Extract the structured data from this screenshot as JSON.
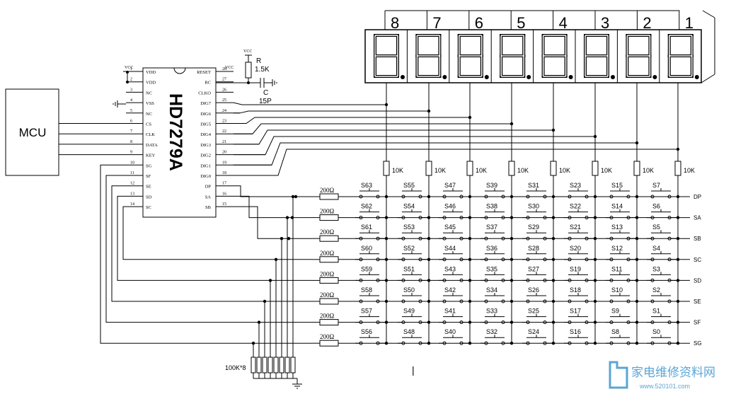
{
  "mcu": {
    "label": "MCU"
  },
  "chip": {
    "name": "HD7279A",
    "left_pins": [
      {
        "num": "1",
        "name": "VDD"
      },
      {
        "num": "2",
        "name": "VDD"
      },
      {
        "num": "3",
        "name": "NC"
      },
      {
        "num": "4",
        "name": "VSS"
      },
      {
        "num": "5",
        "name": "NC"
      },
      {
        "num": "6",
        "name": "CS"
      },
      {
        "num": "7",
        "name": "CLK"
      },
      {
        "num": "8",
        "name": "DATA"
      },
      {
        "num": "9",
        "name": "KEY"
      },
      {
        "num": "10",
        "name": "SG"
      },
      {
        "num": "11",
        "name": "SF"
      },
      {
        "num": "12",
        "name": "SE"
      },
      {
        "num": "13",
        "name": "SD"
      },
      {
        "num": "14",
        "name": "SC"
      }
    ],
    "right_pins": [
      {
        "num": "28",
        "name": "RESET"
      },
      {
        "num": "27",
        "name": "RC"
      },
      {
        "num": "26",
        "name": "CLKO"
      },
      {
        "num": "25",
        "name": "DIG7"
      },
      {
        "num": "24",
        "name": "DIG6"
      },
      {
        "num": "23",
        "name": "DIG5"
      },
      {
        "num": "22",
        "name": "DIG4"
      },
      {
        "num": "21",
        "name": "DIG3"
      },
      {
        "num": "20",
        "name": "DIG2"
      },
      {
        "num": "19",
        "name": "DIG1"
      },
      {
        "num": "18",
        "name": "DIG0"
      },
      {
        "num": "17",
        "name": "DP"
      },
      {
        "num": "16",
        "name": "SA"
      },
      {
        "num": "15",
        "name": "SB"
      }
    ]
  },
  "vcc_label": "VCC",
  "rc": {
    "r_name": "R",
    "r_value": "1.5K",
    "c_name": "C",
    "c_value": "15P"
  },
  "digits": [
    "8",
    "7",
    "6",
    "5",
    "4",
    "3",
    "2",
    "1"
  ],
  "col_resistor": "10K",
  "row_resistor": "200Ω",
  "segment_labels": [
    "DP",
    "SA",
    "SB",
    "SC",
    "SD",
    "SE",
    "SF",
    "SG"
  ],
  "switches": [
    [
      "S63",
      "S55",
      "S47",
      "S39",
      "S31",
      "S23",
      "S15",
      "S7"
    ],
    [
      "S62",
      "S54",
      "S46",
      "S38",
      "S30",
      "S22",
      "S14",
      "S6"
    ],
    [
      "S61",
      "S53",
      "S45",
      "S37",
      "S29",
      "S21",
      "S13",
      "S5"
    ],
    [
      "S60",
      "S52",
      "S44",
      "S36",
      "S28",
      "S20",
      "S12",
      "S4"
    ],
    [
      "S59",
      "S51",
      "S43",
      "S35",
      "S27",
      "S19",
      "S11",
      "S3"
    ],
    [
      "S58",
      "S50",
      "S42",
      "S34",
      "S26",
      "S18",
      "S10",
      "S2"
    ],
    [
      "S57",
      "S49",
      "S41",
      "S33",
      "S25",
      "S17",
      "S9",
      "S1"
    ],
    [
      "S56",
      "S48",
      "S40",
      "S32",
      "S24",
      "S16",
      "S8",
      "S0"
    ]
  ],
  "pulldown": {
    "label": "100K*8"
  },
  "watermark": {
    "text": "家电维修资料网",
    "url": "www.520101.com"
  },
  "colors": {
    "line": "#000000",
    "watermark": "#5ba5d6"
  }
}
